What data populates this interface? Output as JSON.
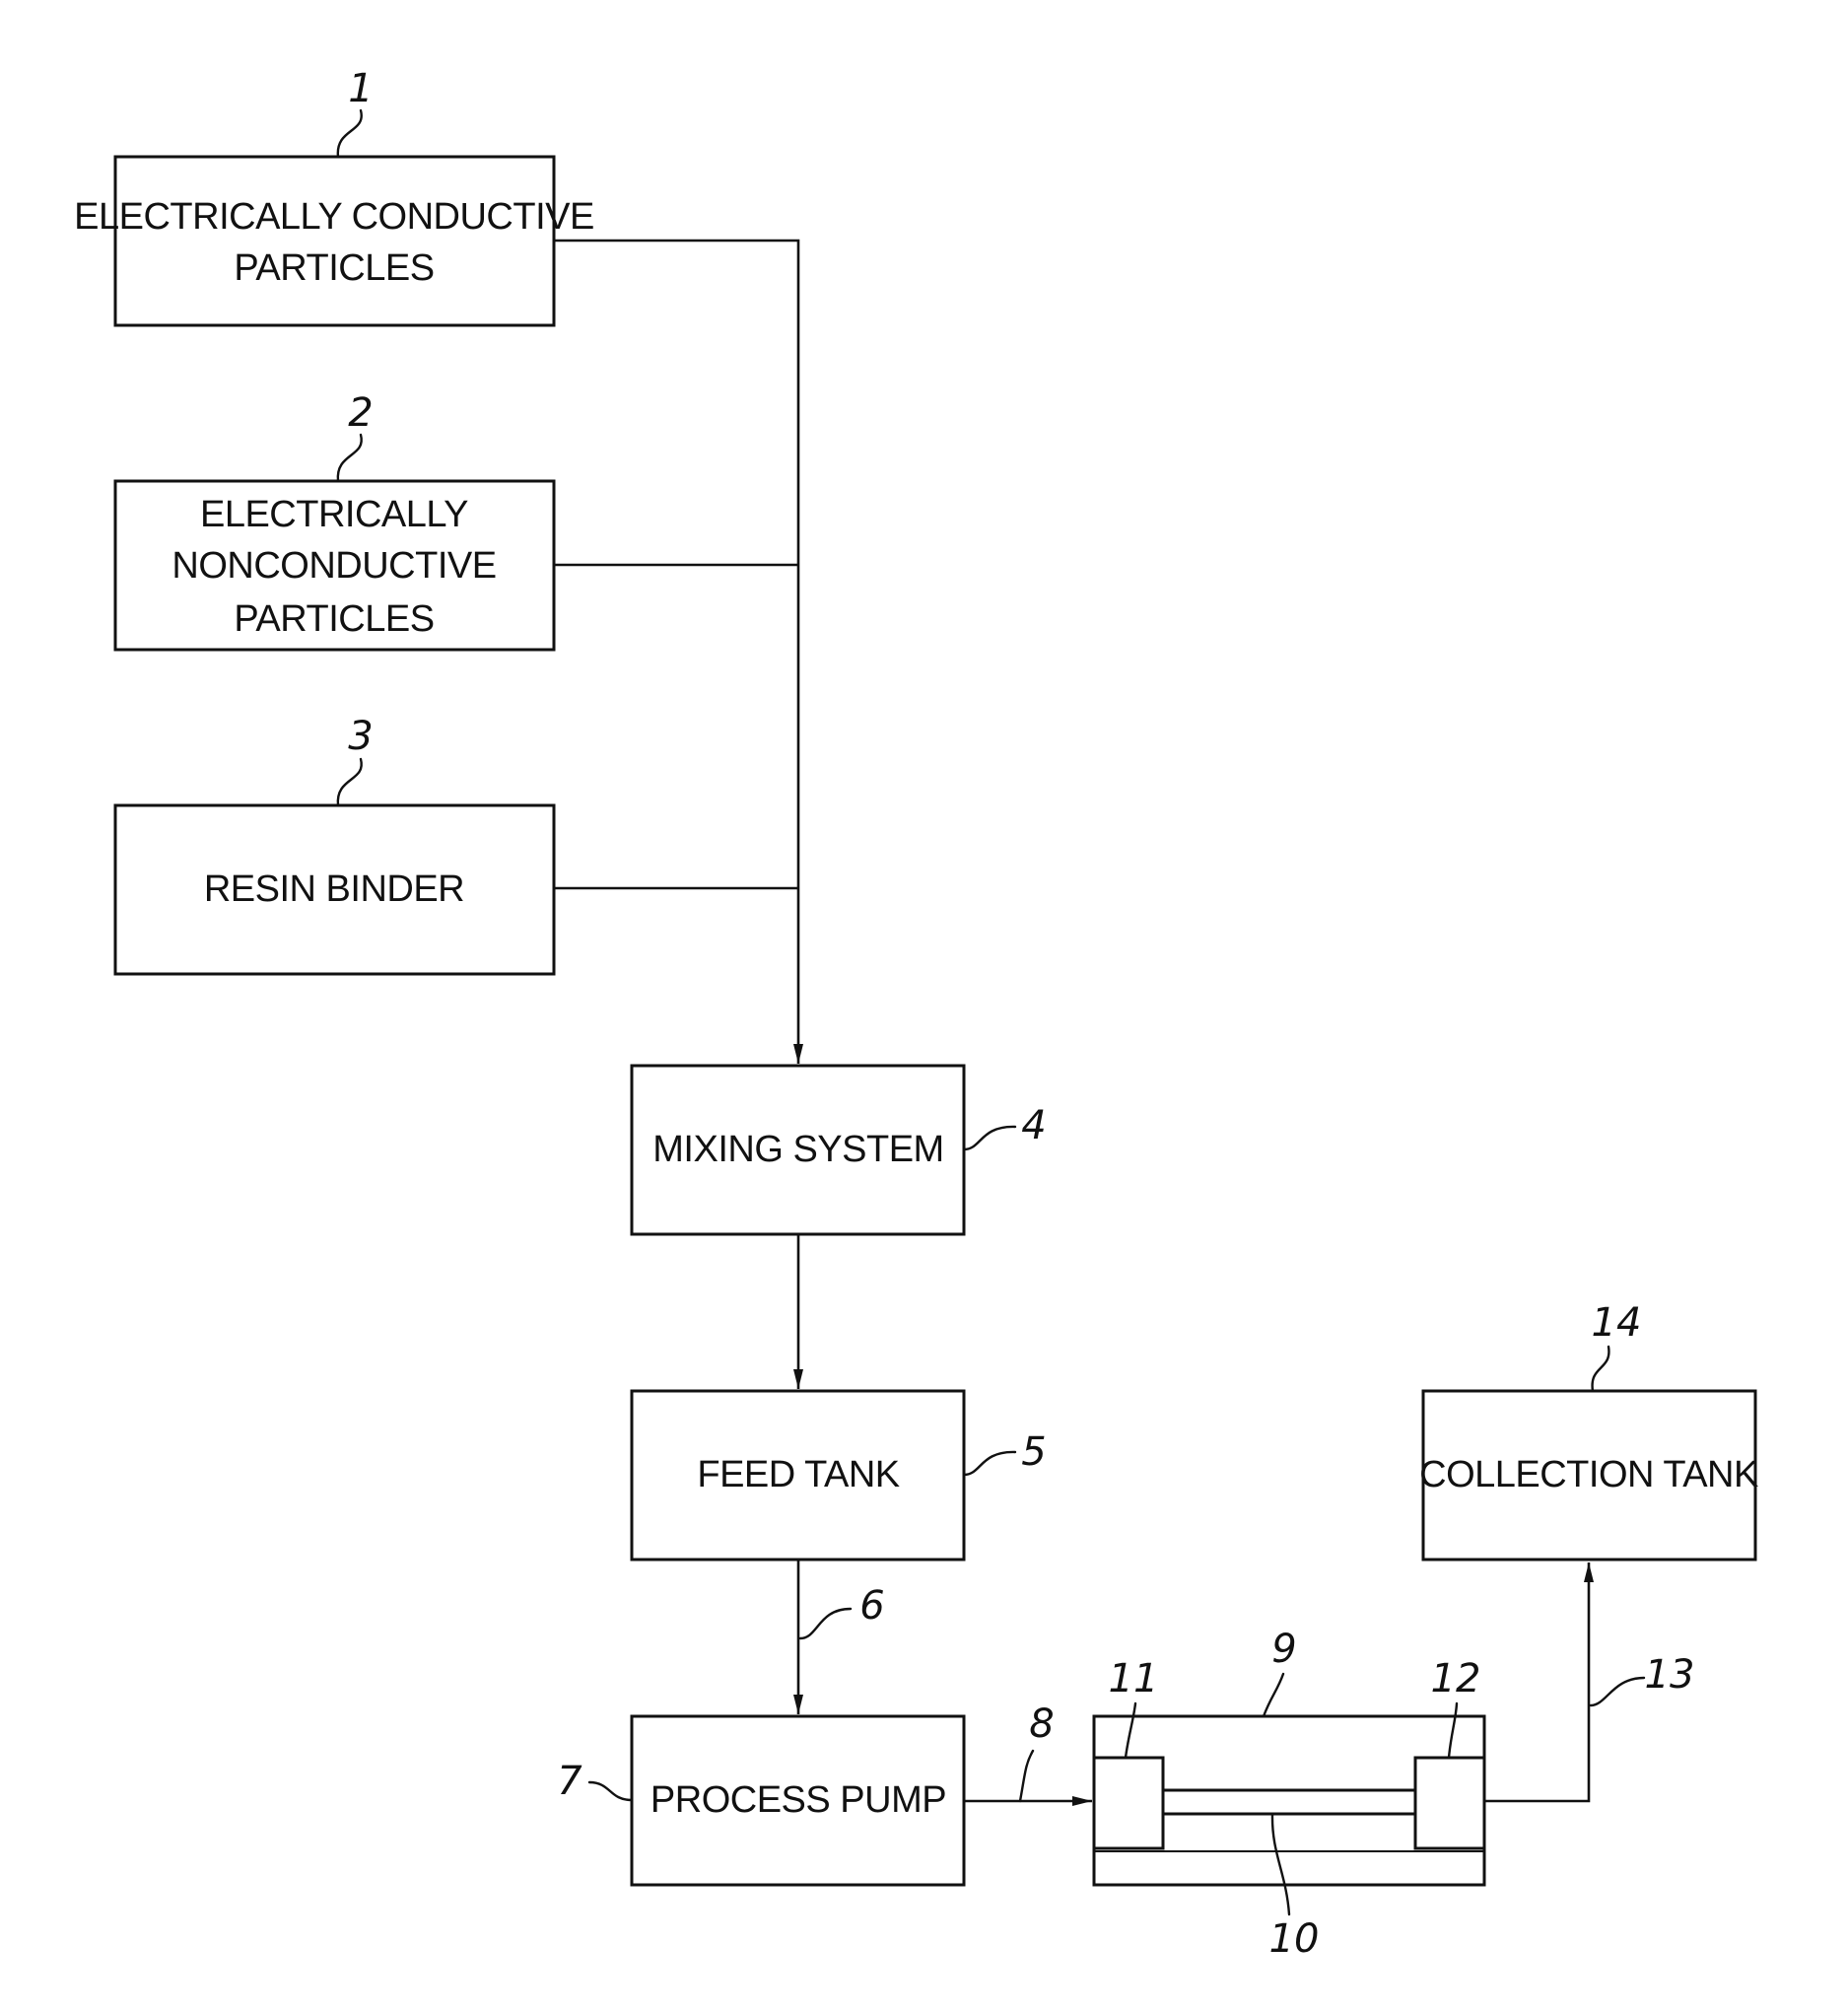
{
  "boxes": {
    "conductive": {
      "line1": "ELECTRICALLY CONDUCTIVE",
      "line2": "PARTICLES",
      "ref": "1"
    },
    "nonconductive": {
      "line1": "ELECTRICALLY",
      "line2": "NONCONDUCTIVE",
      "line3": "PARTICLES",
      "ref": "2"
    },
    "resin": {
      "label": "RESIN BINDER",
      "ref": "3"
    },
    "mixing": {
      "label": "MIXING SYSTEM",
      "ref": "4"
    },
    "feed": {
      "label": "FEED TANK",
      "ref": "5"
    },
    "pump": {
      "label": "PROCESS PUMP",
      "ref": "7"
    },
    "collection": {
      "label": "COLLECTION TANK",
      "ref": "14"
    }
  },
  "refs": {
    "feed_line": "6",
    "pump_line": "8",
    "housing": "9",
    "core": "10",
    "left_cap": "11",
    "right_cap": "12",
    "return_line": "13"
  }
}
